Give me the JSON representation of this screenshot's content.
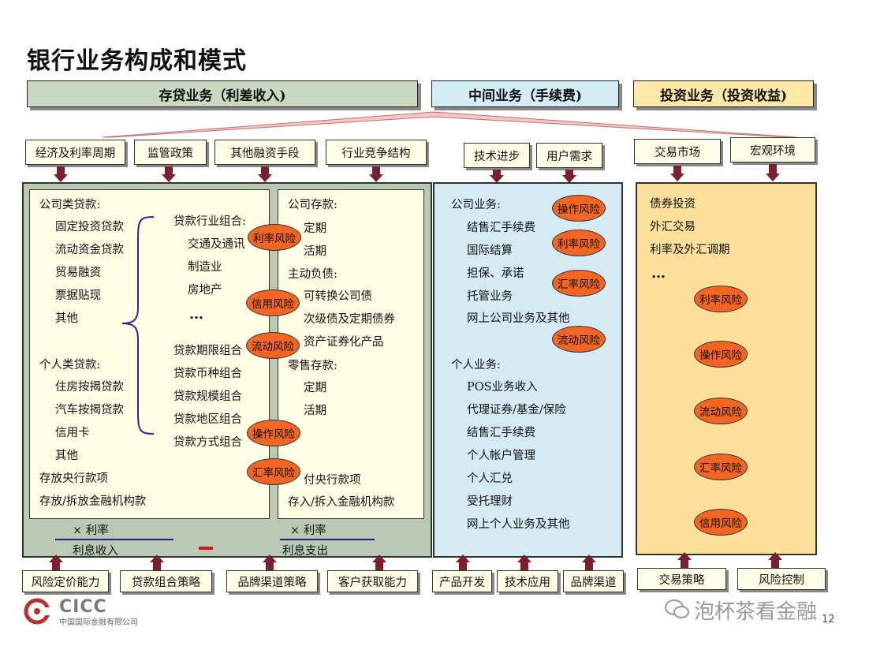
{
  "title": "银行业务构成和模式",
  "headers": {
    "deposit_loan": "存贷业务（利差收入)",
    "intermediary": "中间业务（手续费)",
    "investment": "投资业务（投资收益)"
  },
  "factors": {
    "economy": "经济及利率周期",
    "regulation": "监管政策",
    "other_financing": "其他融资手段",
    "competition": "行业竞争结构",
    "tech": "技术进步",
    "user_demand": "用户需求",
    "market": "交易市场",
    "macro": "宏观环境"
  },
  "loans": {
    "corporate_title": "公司类贷款:",
    "corporate_items": [
      "固定投资贷款",
      "流动资金贷款",
      "贸易融资",
      "票据贴现",
      "其他"
    ],
    "personal_title": "个人类贷款:",
    "personal_items": [
      "住房按揭贷款",
      "汽车按揭贷款",
      "信用卡",
      "其他"
    ],
    "central_bank": "存放央行款项",
    "interbank": "存放/拆放金融机构款",
    "portfolio_title": "贷款行业组合:",
    "portfolio_items": [
      "交通及通讯",
      "制造业",
      "房地产"
    ],
    "ellipsis": "…",
    "combos": [
      "贷款期限组合",
      "贷款币种组合",
      "贷款规模组合",
      "贷款地区组合",
      "贷款方式组合"
    ]
  },
  "deposits": {
    "corporate_title": "公司存款:",
    "corporate_items": [
      "定期",
      "活期"
    ],
    "active_title": "主动负债:",
    "active_items": [
      "可转换公司债",
      "次级债及定期债券",
      "资产证券化产品"
    ],
    "retail_title": "零售存款:",
    "retail_items": [
      "定期",
      "活期"
    ],
    "central_bank": "付央行款项",
    "interbank": "存入/拆入金融机构款"
  },
  "income_calc": {
    "rate_left": "× 利率",
    "income": "利息收入",
    "minus": "–",
    "rate_right": "× 利率",
    "expense": "利息支出"
  },
  "intermediary": {
    "corporate_title": "公司业务:",
    "corporate_items": [
      "结售汇手续费",
      "国际结算",
      "担保、承诺",
      "托管业务",
      "网上公司业务及其他"
    ],
    "personal_title": "个人业务:",
    "personal_items": [
      "POS业务收入",
      "代理证券/基金/保险",
      "结售汇手续费",
      "个人帐户管理",
      "个人汇兑",
      "受托理财",
      "网上个人业务及其他"
    ]
  },
  "investment": {
    "items": [
      "债券投资",
      "外汇交易",
      "利率及外汇调期"
    ],
    "ellipsis": "…"
  },
  "risks": {
    "deposit_loan": [
      "利率风险",
      "信用风险",
      "流动风险",
      "操作风险",
      "汇率风险"
    ],
    "intermediary": [
      "操作风险",
      "利率风险",
      "汇率风险",
      "流动风险"
    ],
    "investment": [
      "利率风险",
      "操作风险",
      "流动风险",
      "汇率风险",
      "信用风险"
    ]
  },
  "capabilities": {
    "pricing": "风险定价能力",
    "loan_portfolio": "贷款组合策略",
    "brand_channel_1": "品牌渠道策略",
    "customer_acq": "客户获取能力",
    "product_dev": "产品开发",
    "tech_app": "技术应用",
    "brand_channel_2": "品牌渠道",
    "trading_strategy": "交易策略",
    "risk_control": "风险控制"
  },
  "logo": {
    "name": "CICC",
    "subtitle": "中国国际金融有限公司"
  },
  "watermark": "泡杯茶看金融",
  "page_number": "12",
  "colors": {
    "deposit_header": "#c9d8c1",
    "intermediary_header": "#d4ecf5",
    "investment_header": "#fde9a7",
    "deposit_panel": "#b9c9b3",
    "intermediary_panel": "#d4ebf4",
    "investment_panel": "#fbdf9a",
    "risk_fill": "#f26522",
    "arrow": "#7a1f2b"
  }
}
